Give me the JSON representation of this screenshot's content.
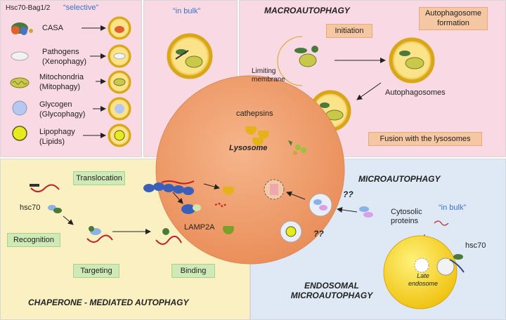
{
  "left_panel": {
    "header": "Hsc70-Bag1/2",
    "mode": "“selective”",
    "items": [
      {
        "label": "CASA",
        "sub": ""
      },
      {
        "label": "Pathogens",
        "sub": "(Xenophagy)"
      },
      {
        "label": "Mitochondria",
        "sub": "(Mitophagy)"
      },
      {
        "label": "Glycogen",
        "sub": "(Glycophagy)"
      },
      {
        "label": "Lipophagy",
        "sub": "(Lipids)"
      }
    ]
  },
  "middle_panel": {
    "mode": "“in bulk”"
  },
  "macro_panel": {
    "title": "MACROAUTOPHAGY",
    "initiation": "Initiation",
    "formation": "Autophagosome formation",
    "limiting_membrane": "Limiting membrane",
    "autophagosomes": "Autophagosomes",
    "fusion": "Fusion with the lysosomes"
  },
  "lysosome": {
    "title": "Lysosome",
    "cathepsins": "cathepsins",
    "lamp": "LAMP2A",
    "q1": "??",
    "q2": "??",
    "q3": "??"
  },
  "cma_panel": {
    "title": "CHAPERONE - MEDIATED AUTOPHAGY",
    "translocation": "Translocation",
    "hsc70": "hsc70",
    "recognition": "Recognition",
    "targeting": "Targeting",
    "binding": "Binding"
  },
  "micro_panel": {
    "title": "MICROAUTOPHAGY",
    "cytosolic": "Cytosolic proteins",
    "in_bulk": "“in bulk”",
    "hsc70": "hsc70",
    "late_endosome": "Late endosome",
    "endosomal_title": "ENDOSOMAL MICROAUTOPHAGY"
  },
  "colors": {
    "pink": "#f9d9e3",
    "yellow_panel": "#fbf0c2",
    "blue_panel": "#dfe9f5",
    "lysosome": "#f2a070",
    "gold": "#e8b81e"
  }
}
